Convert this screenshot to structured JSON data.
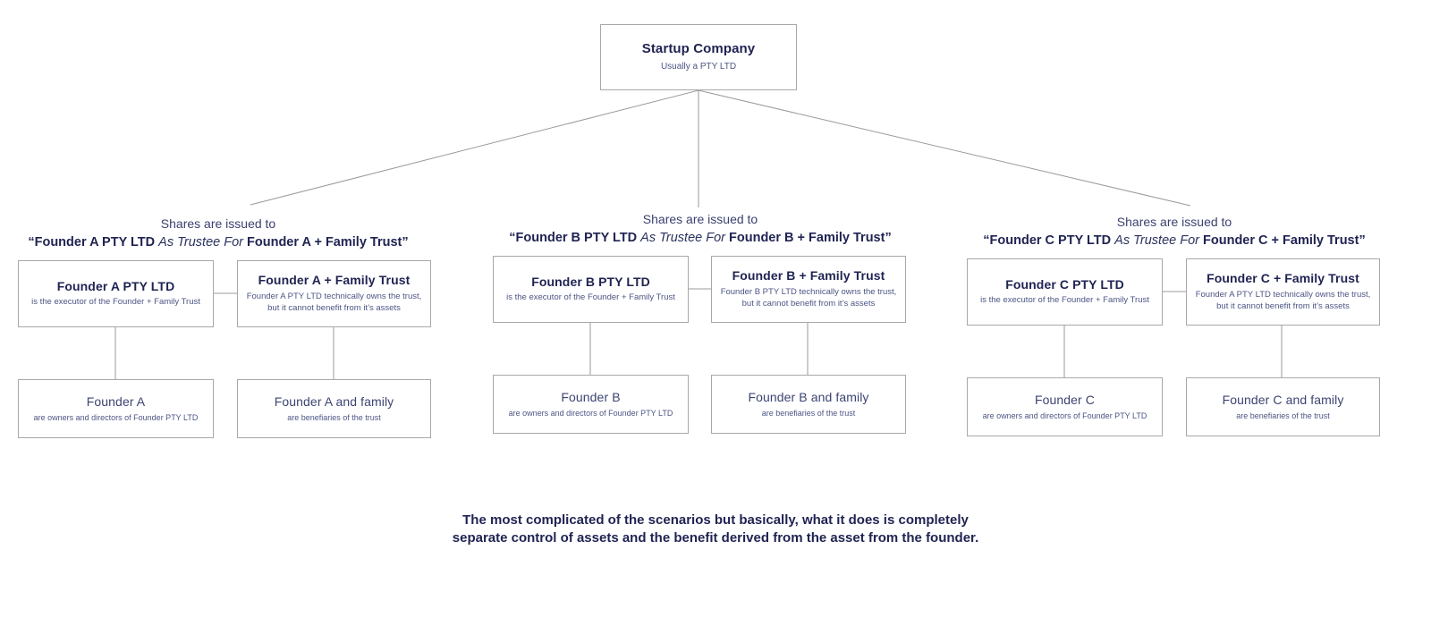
{
  "diagram": {
    "root": {
      "title": "Startup Company",
      "subtitle": "Usually a PTY LTD"
    },
    "columns": [
      {
        "heading_line1": "Shares are issued to",
        "heading_quote_open": "“",
        "heading_part1": "Founder A PTY LTD ",
        "heading_italic": "As Trustee For",
        "heading_part2": " Founder A + Family Trust",
        "heading_quote_close": "”",
        "company_box": {
          "title": "Founder A PTY LTD",
          "subtitle": "is the executor of the Founder + Family Trust"
        },
        "trust_box": {
          "title": "Founder A + Family Trust",
          "subtitle_line1": "Founder A PTY LTD technically owns the trust,",
          "subtitle_line2": "but it cannot benefit from it’s assets"
        },
        "founder_box": {
          "title": "Founder A",
          "subtitle": "are owners and directors of Founder PTY LTD"
        },
        "family_box": {
          "title": "Founder A and family",
          "subtitle": "are benefiaries of the trust"
        }
      },
      {
        "heading_line1": "Shares are issued to",
        "heading_quote_open": "“",
        "heading_part1": "Founder B PTY LTD ",
        "heading_italic": "As Trustee For",
        "heading_part2": " Founder B + Family Trust",
        "heading_quote_close": "”",
        "company_box": {
          "title": "Founder B PTY LTD",
          "subtitle": "is the executor of the Founder + Family Trust"
        },
        "trust_box": {
          "title": "Founder B + Family Trust",
          "subtitle_line1": "Founder B PTY LTD technically owns the trust,",
          "subtitle_line2": "but it cannot benefit from it’s assets"
        },
        "founder_box": {
          "title": "Founder B",
          "subtitle": "are owners and directors of Founder PTY LTD"
        },
        "family_box": {
          "title": "Founder B and family",
          "subtitle": "are benefiaries of the trust"
        }
      },
      {
        "heading_line1": "Shares are issued to",
        "heading_quote_open": "“",
        "heading_part1": "Founder C PTY LTD ",
        "heading_italic": "As Trustee For",
        "heading_part2": " Founder C + Family Trust",
        "heading_quote_close": "”",
        "company_box": {
          "title": "Founder C PTY LTD",
          "subtitle": "is the executor of the Founder + Family Trust"
        },
        "trust_box": {
          "title": "Founder C + Family Trust",
          "subtitle_line1": "Founder A PTY LTD technically owns the trust,",
          "subtitle_line2": "but it cannot benefit from it’s assets"
        },
        "founder_box": {
          "title": "Founder C",
          "subtitle": "are owners and directors of Founder PTY LTD"
        },
        "family_box": {
          "title": "Founder C and family",
          "subtitle": "are benefiaries of the trust"
        }
      }
    ],
    "caption_line1": "The most complicated of the scenarios but basically, what it does is completely",
    "caption_line2": "separate control of assets and the benefit derived from the asset from the founder.",
    "colors": {
      "background": "#ffffff",
      "box_border": "#a8a8a8",
      "connector": "#9a9a9a",
      "title_text": "#1f2352",
      "subtitle_text": "#4d5585"
    }
  }
}
